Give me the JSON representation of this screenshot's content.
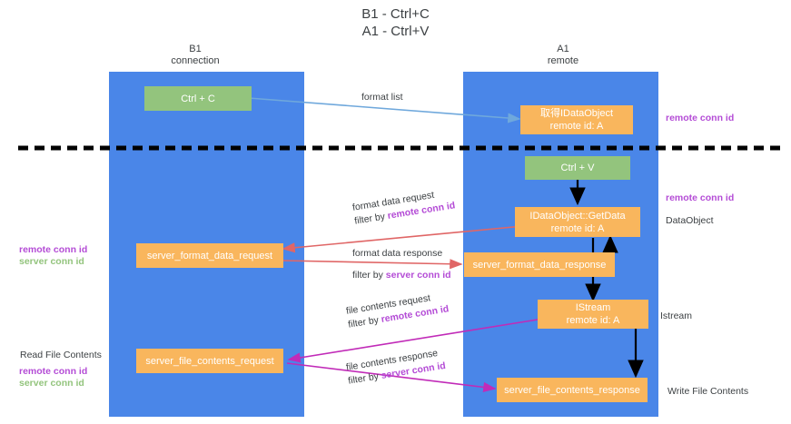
{
  "diagram": {
    "title": "B1 - Ctrl+C\nA1 - Ctrl+V",
    "columns": [
      {
        "name": "b1",
        "header": "B1\nconnection"
      },
      {
        "name": "a1",
        "header": "A1\nremote"
      }
    ],
    "colors": {
      "lane": "#4a86e8",
      "green_node": "#93c47d",
      "orange_node": "#f9b65d",
      "remote_conn_id": "#b44cd6",
      "server_conn_id": "#93c47d",
      "arrow_blue": "#6fa8dc",
      "arrow_red": "#e06666",
      "arrow_magenta": "#c12bb8",
      "arrow_black": "#000000",
      "divider": "#000000"
    },
    "nodes": [
      {
        "id": "ctrl-c",
        "label": "Ctrl + C",
        "style": "green"
      },
      {
        "id": "get-idataobject",
        "label": "取得IDataObject\nremote id: A",
        "style": "orange"
      },
      {
        "id": "ctrl-v",
        "label": "Ctrl + V",
        "style": "green"
      },
      {
        "id": "idataobject-getdata",
        "label": "IDataObject::GetData\nremote id: A",
        "style": "orange"
      },
      {
        "id": "server-format-data-request",
        "label": "server_format_data_request",
        "style": "orange"
      },
      {
        "id": "server-format-data-response",
        "label": "server_format_data_response",
        "style": "orange"
      },
      {
        "id": "istream",
        "label": "IStream\nremote id: A",
        "style": "orange"
      },
      {
        "id": "server-file-contents-request",
        "label": "server_file_contents_request",
        "style": "orange"
      },
      {
        "id": "server-file-contents-response",
        "label": "server_file_contents_response",
        "style": "orange"
      }
    ],
    "edge_labels": [
      {
        "id": "format-list",
        "line1": "format list",
        "line2": "",
        "highlight": ""
      },
      {
        "id": "format-data-request",
        "line1": "format data request",
        "line2_prefix": "filter by ",
        "line2_highlight": "remote conn id"
      },
      {
        "id": "format-data-response",
        "line1": "format data response",
        "line2_prefix": "filter by ",
        "line2_highlight": "server conn id"
      },
      {
        "id": "file-contents-request",
        "line1": "file contents request",
        "line2_prefix": "filter by ",
        "line2_highlight": "remote conn id"
      },
      {
        "id": "file-contents-response",
        "line1": "file contents response",
        "line2_prefix": "filter by ",
        "line2_highlight": "server conn id"
      }
    ],
    "annotations": {
      "right_remote_conn_id_top": "remote conn id",
      "right_remote_conn_id_mid": "remote conn id",
      "right_dataobject": "DataObject",
      "right_istream": "Istream",
      "right_write_file_contents": "Write File Contents",
      "left_read_file_contents": "Read File Contents",
      "left_remote_conn_id": "remote conn id",
      "left_server_conn_id": "server conn id",
      "left_remote_conn_id_2": "remote conn id",
      "left_server_conn_id_2": "server conn id"
    }
  }
}
